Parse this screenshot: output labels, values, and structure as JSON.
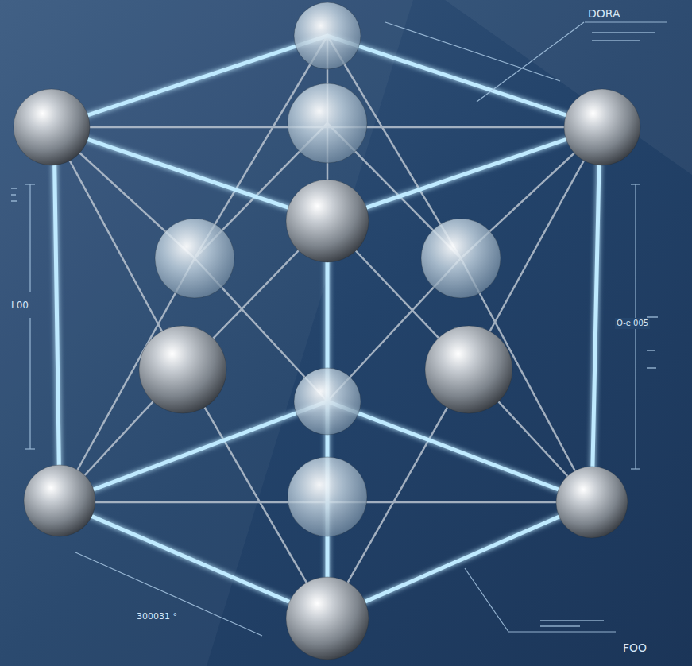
{
  "diagram": {
    "labels": [
      "DORA",
      "L00",
      "O-e 005",
      "300031 °",
      "FOO"
    ]
  }
}
